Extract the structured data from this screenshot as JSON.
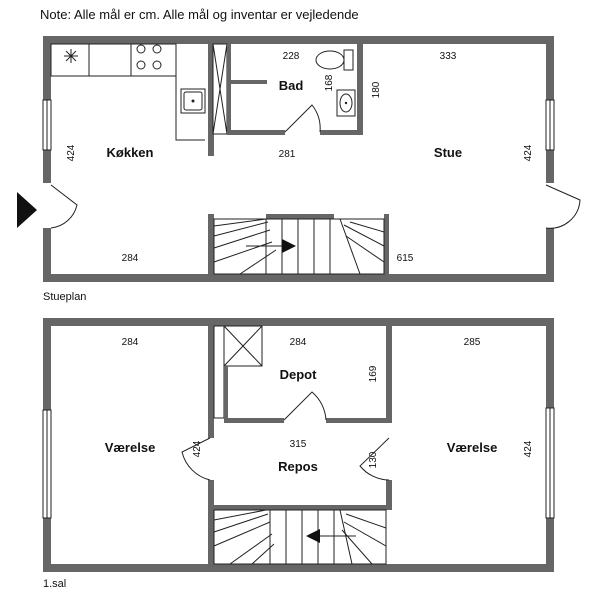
{
  "note": "Note: Alle mål er cm. Alle mål og inventar er vejledende",
  "floors": [
    {
      "caption": "Stueplan",
      "rooms": {
        "kitchen": "Køkken",
        "bath": "Bad",
        "living": "Stue"
      },
      "dimensions": {
        "kitchen_height": "424",
        "kitchen_width": "284",
        "bath_width_top": "228",
        "bath_height_a": "168",
        "bath_height_b": "180",
        "hall_width": "281",
        "living_width_top": "333",
        "living_height": "424",
        "total_width": "615"
      },
      "stair_arrow_direction": "right"
    },
    {
      "caption": "1.sal",
      "rooms": {
        "bedroom_left": "Værelse",
        "storage": "Depot",
        "landing": "Repos",
        "bedroom_right": "Værelse"
      },
      "dimensions": {
        "left_width": "284",
        "left_height": "424",
        "storage_width": "284",
        "storage_height": "169",
        "landing_width": "315",
        "landing_height": "130",
        "right_width": "285",
        "right_height": "424"
      },
      "stair_arrow_direction": "left"
    }
  ],
  "colors": {
    "wall": "#666666",
    "line": "#222222",
    "background": "#ffffff"
  }
}
